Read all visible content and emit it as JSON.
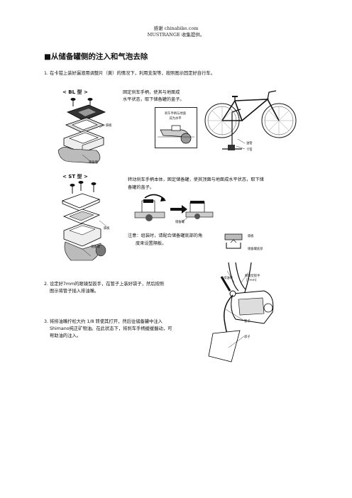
{
  "header": {
    "line1": "感谢 chinabike.com",
    "line2": "MUSTRANGE 收集提供。"
  },
  "title": "■从储备罐侧的注入和气泡去除",
  "step1": "1. 在卡钳上装好漏液用调整片（黄）的情况下，利用支架等，按照图示固定好自行车。",
  "bl": {
    "heading": "< BL 型 >",
    "caption_line1": "固定刹车手柄，使其与地面成",
    "caption_line2": "水平状态，取下储备罐的盖子。",
    "label_separator": "隔板",
    "label_reservoir": "储备罐",
    "inset_line1": "刹车手柄与地面",
    "inset_line2": "成为水平"
  },
  "bike": {
    "label_hose": "油管",
    "label_stand": "卡钳"
  },
  "st": {
    "heading": "< ST 型 >",
    "caption_line1": "转动刹车手柄本体，固定储备罐，使其顶面与地面成水平状态，取下储",
    "caption_line2": "备罐的盖子。",
    "label_separator": "隔板",
    "label_reservoir": "储备罐",
    "mid_label": "储备罐"
  },
  "note": {
    "line1": "注意：组装时，请配合储备罐底部的角",
    "line2": "度来设置隔板。",
    "label_separator": "隔板",
    "label_bottom": "储备罐底部"
  },
  "step2": {
    "line1": "2. 设定好7mm的眼镜型扳手，在管子上装好袋子，然后按照",
    "line2": "图示将管子插入排油嘴。"
  },
  "step3": {
    "line1": "3. 将排油嘴拧松大约 1/8 转使其打开，然后往储备罐中注入",
    "line2": "Shimano纯正矿物油。在此状态下，将刹车手柄缓缓握动，可",
    "line3": "帮助油的注入。"
  },
  "caliper": {
    "label_bleed": "排油嘴",
    "label_wrench_1": "眼镜型扳手",
    "label_wrench_2": "[7mm]",
    "label_tube": "管子",
    "label_bag": "袋子"
  }
}
